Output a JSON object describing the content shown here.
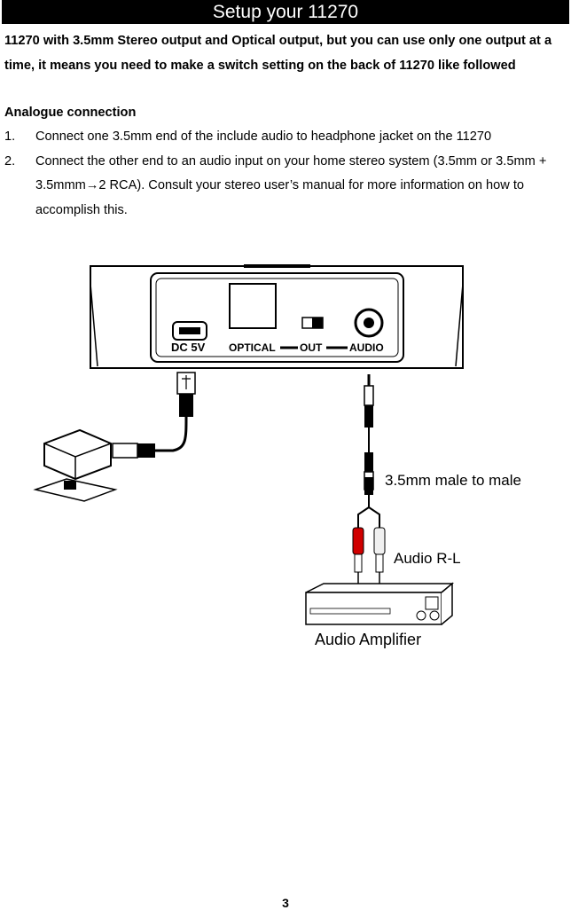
{
  "header": {
    "title": "Setup your 11270"
  },
  "intro": {
    "text": "11270 with 3.5mm Stereo output and Optical output, but you can use only one output at a time, it means you need to make a switch setting on the back of 11270 like followed",
    "section_heading": "Analogue connection"
  },
  "steps": [
    {
      "number": "1.",
      "text": "Connect one 3.5mm end of the include audio to headphone jacket on the 11270"
    },
    {
      "number": "2.",
      "text": "Connect the other end to an audio input on your home stereo system (3.5mm or 3.5mm + 3.5mmm→2 RCA). Consult your stereo user’s manual for more information on how to accomplish this."
    }
  ],
  "diagram": {
    "port_dc": "DC 5V",
    "port_optical": "OPTICAL",
    "port_out": "OUT",
    "port_audio": "AUDIO",
    "label_cable": "3.5mm male to male",
    "label_rca": "Audio R-L",
    "label_amplifier": "Audio Amplifier",
    "icons": [
      "usb-icon",
      "power-adapter-icon",
      "audio-jack-icon",
      "rca-plug-icon",
      "amplifier-icon"
    ]
  },
  "footer": {
    "page_number": "3"
  }
}
